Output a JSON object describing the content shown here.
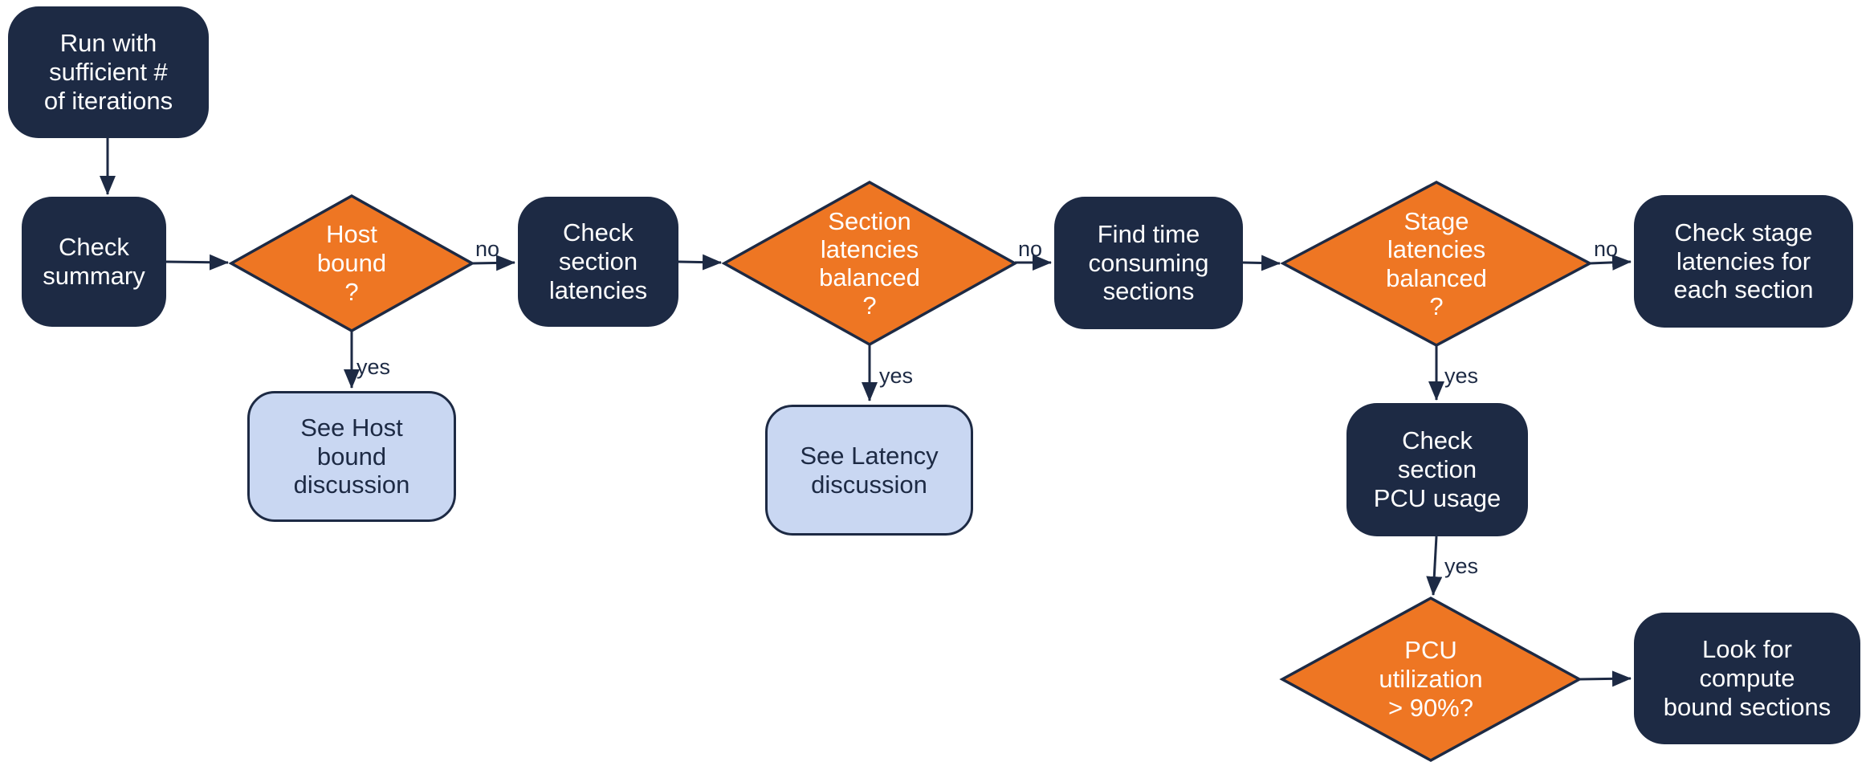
{
  "colors": {
    "process_fill": "#1d2a44",
    "process_text": "#ffffff",
    "decision_fill": "#ee7623",
    "decision_border": "#1d2a44",
    "decision_text": "#ffffff",
    "reference_fill": "#c9d7f2",
    "reference_border": "#1d2a44",
    "reference_text": "#1d2a44",
    "arrow": "#1d2a44",
    "background": "#ffffff"
  },
  "nodes": {
    "run_iterations": "Run with\nsufficient #\nof iterations",
    "check_summary": "Check\nsummary",
    "host_bound": "Host\nbound\n?",
    "see_host_bound": "See Host\nbound\ndiscussion",
    "check_section_latencies": "Check\nsection\nlatencies",
    "section_latencies_balanced": "Section\nlatencies\nbalanced\n?",
    "see_latency": "See Latency\ndiscussion",
    "find_time_consuming": "Find time\nconsuming\nsections",
    "stage_latencies_balanced": "Stage\nlatencies\nbalanced\n?",
    "check_stage_latencies": "Check stage\nlatencies for\neach section",
    "check_section_pcu": "Check\nsection\nPCU usage",
    "pcu_utilization": "PCU\nutilization\n> 90%?",
    "look_compute_bound": "Look for\ncompute\nbound sections"
  },
  "edge_labels": {
    "host_bound_no": "no",
    "host_bound_yes": "yes",
    "section_latencies_no": "no",
    "section_latencies_yes": "yes",
    "stage_latencies_no": "no",
    "stage_latencies_yes": "yes",
    "check_pcu_yes": "yes"
  }
}
